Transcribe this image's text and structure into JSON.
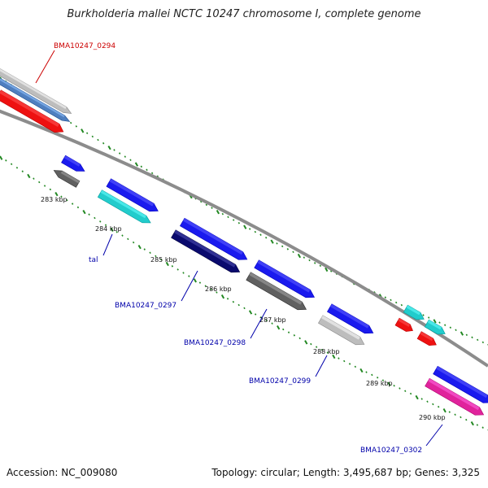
{
  "title": "Burkholderia mallei NCTC 10247 chromosome I, complete genome",
  "footer": {
    "accession": "Accession: NC_009080",
    "summary": "Topology: circular; Length: 3,495,687 bp; Genes: 3,325"
  },
  "scale_ticks": [
    "283 kbp",
    "284 kbp",
    "285 kbp",
    "286 kbp",
    "287 kbp",
    "288 kbp",
    "289 kbp",
    "290 kbp"
  ],
  "gene_labels": [
    {
      "text": "BMA10247_0294",
      "color": "#cc0000"
    },
    {
      "text": "tal",
      "color": "#0000aa"
    },
    {
      "text": "BMA10247_0297",
      "color": "#0000aa"
    },
    {
      "text": "BMA10247_0298",
      "color": "#0000aa"
    },
    {
      "text": "BMA10247_0299",
      "color": "#0000aa"
    },
    {
      "text": "BMA10247_0302",
      "color": "#0000aa"
    }
  ],
  "colors": {
    "backbone": "#8c8c8c",
    "tick": "#228822",
    "blue": "#1a1aee",
    "navy": "#0a0a6e",
    "cyan": "#22cccc",
    "red": "#ee1111",
    "gray": "#606060",
    "lightgray": "#bdbdbd",
    "steelblue": "#4f7fbf",
    "magenta": "#e0239c"
  }
}
